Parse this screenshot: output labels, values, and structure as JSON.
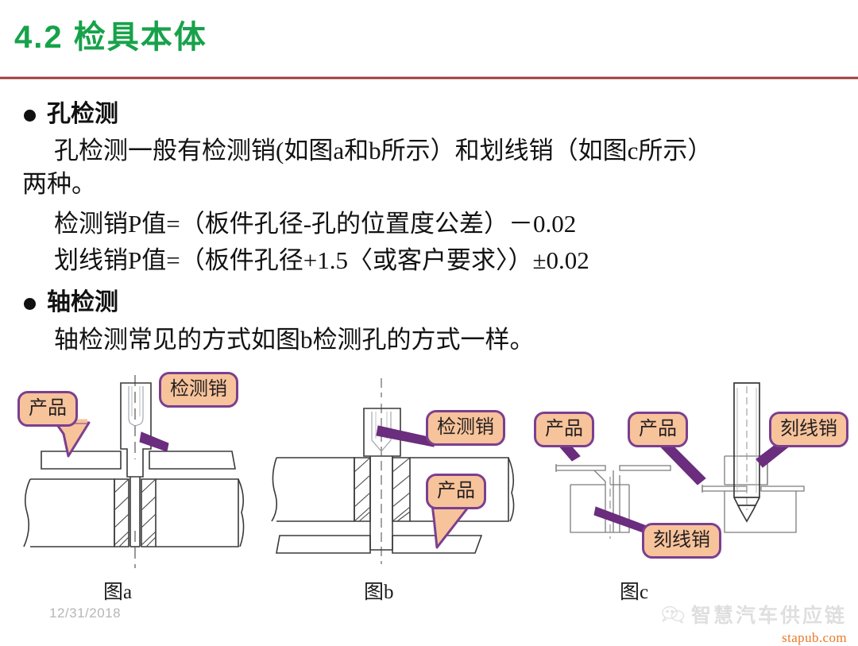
{
  "header": {
    "title": "4.2  检具本体",
    "accent_color": "#17a24a",
    "rule_color": "#9e3b3b"
  },
  "body": {
    "bullet1": {
      "label": "孔检测",
      "paragraph_line1": "孔检测一般有检测销(如图a和b所示）和划线销（如图c所示）",
      "paragraph_line2": "两种。",
      "formula1": "检测销P值=（板件孔径-孔的位置度公差）－0.02",
      "formula2": "划线销P值=（板件孔径+1.5〈或客户要求〉）±0.02"
    },
    "bullet2": {
      "label": "轴检测",
      "paragraph_line1": "轴检测常见的方式如图b检测孔的方式一样。"
    }
  },
  "figures": {
    "callout_fill": "#f7c39b",
    "callout_border": "#7b3f8f",
    "fig_a": {
      "caption": "图a",
      "callout_product": "产品",
      "callout_pin": "检测销"
    },
    "fig_b": {
      "caption": "图b",
      "callout_pin": "检测销",
      "callout_product": "产品"
    },
    "fig_c": {
      "caption": "图c",
      "callout_product_left": "产品",
      "callout_product_mid": "产品",
      "callout_pin_right": "刻线销",
      "callout_pin_bottom": "刻线销"
    }
  },
  "footer": {
    "date": "12/31/2018",
    "watermark_text": "智慧汽车供应链",
    "watermark_site": "stapub.com",
    "watermark_site_color": "#e8731f"
  }
}
